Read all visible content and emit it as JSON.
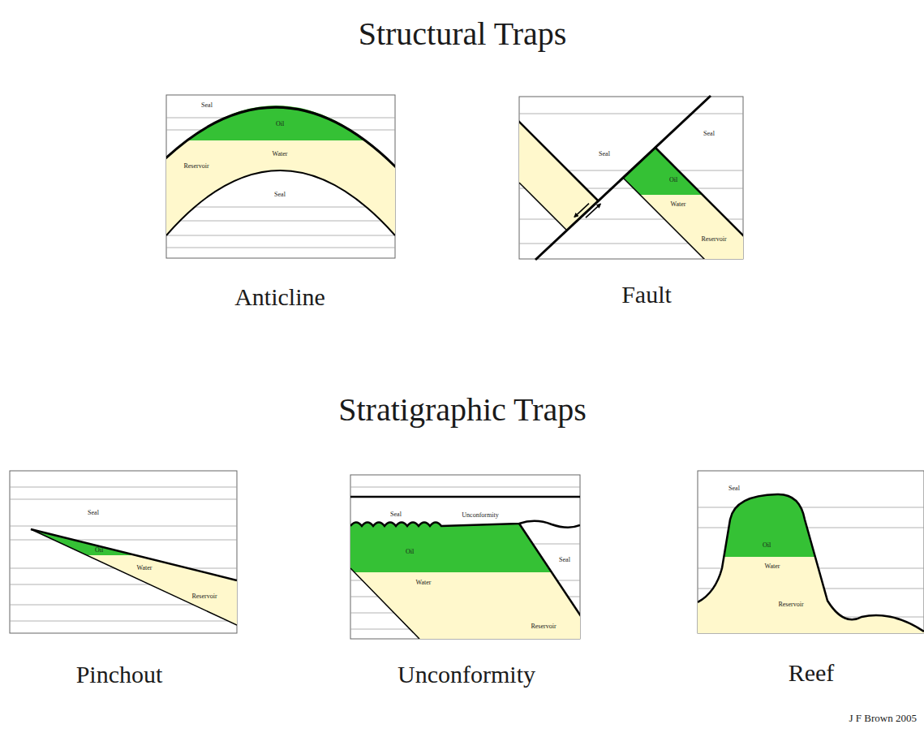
{
  "diagram": {
    "labels": [
      "Structural Traps",
      "Seal",
      "Oil",
      "Water",
      "Reservoir",
      "Seal",
      "Anticline",
      "Seal",
      "Seal",
      "Oil",
      "Water",
      "Reservoir",
      "Fault",
      "Stratigraphic Traps",
      "Seal",
      "Oil",
      "Water",
      "Reservoir",
      "Pinchout",
      "Seal",
      "Unconformity",
      "Oil",
      "Water",
      "Seal",
      "Reservoir",
      "Unconformity",
      "Seal",
      "Oil",
      "Water",
      "Reservoir",
      "Reef",
      "J F Brown 2005"
    ]
  }
}
